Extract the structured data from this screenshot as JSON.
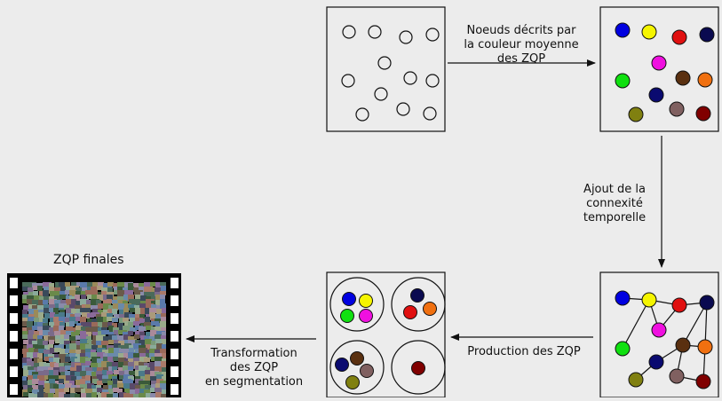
{
  "labels": {
    "step1_line1": "Noeuds décrits par",
    "step1_line2": "la couleur moyenne",
    "step1_line3": "des ZQP",
    "step2_line1": "Ajout de la",
    "step2_line2": "connexité",
    "step2_line3": "temporelle",
    "step3": "Production des ZQP",
    "step4_line1": "Transformation",
    "step4_line2": "des ZQP",
    "step4_line3": "en segmentation",
    "result_title": "ZQP finales"
  },
  "colors": {
    "background": "#ececec",
    "node_blue": "#0000e0",
    "node_yellow": "#f5f500",
    "node_red": "#e01010",
    "node_navy": "#0a0a50",
    "node_magenta": "#f010e0",
    "node_green": "#10e010",
    "node_brown": "#5a3010",
    "node_orange": "#f07010",
    "node_darkblue": "#0a0a70",
    "node_olive": "#808010",
    "node_gray": "#806060",
    "node_maroon": "#800000"
  }
}
